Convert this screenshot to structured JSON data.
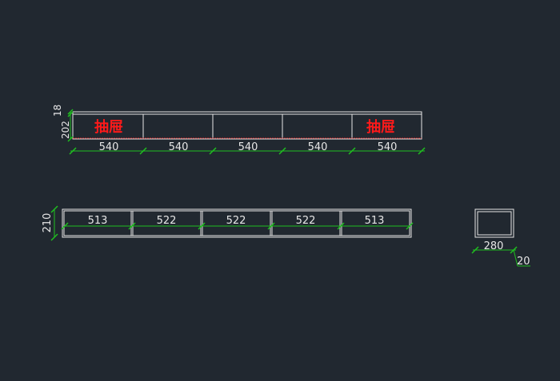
{
  "colors": {
    "background": "#212830",
    "outline": "#e6e6e6",
    "dimension": "#1fbf1f",
    "dimension_text": "#e6e6e6",
    "label_red": "#ff1a1a",
    "dashed_red": "#d01c1c"
  },
  "top_view": {
    "label_left": "抽屉",
    "label_right": "抽屉",
    "height_top": "18",
    "height_bottom": "202",
    "widths": [
      "540",
      "540",
      "540",
      "540",
      "540"
    ]
  },
  "middle_view": {
    "height": "210",
    "widths": [
      "513",
      "522",
      "522",
      "522",
      "513"
    ]
  },
  "side_view": {
    "depth": "280",
    "thickness": "20"
  }
}
